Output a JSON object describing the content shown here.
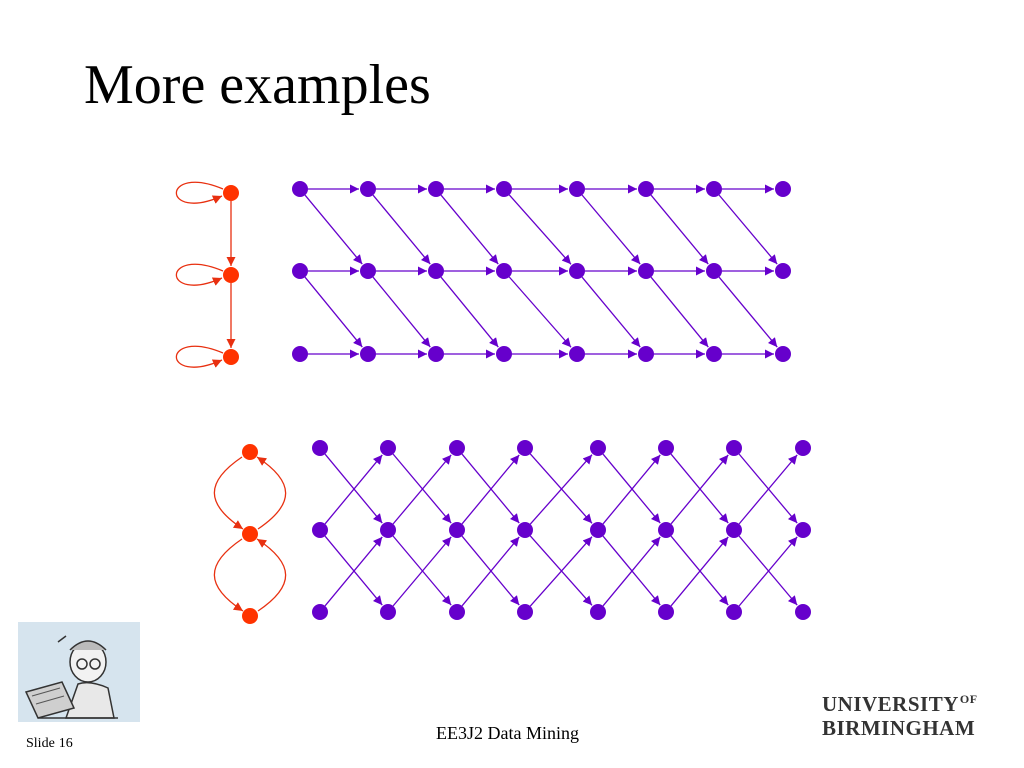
{
  "slide": {
    "title": "More examples",
    "footer_course": "EE3J2 Data Mining",
    "slide_label": "Slide",
    "slide_number": "16"
  },
  "logo": {
    "line1": "UNIVERSITY",
    "of": "OF",
    "line2": "BIRMINGHAM"
  },
  "colors": {
    "red_node": "#ff3300",
    "purple_node": "#6600cc",
    "edge_purple": "#6600cc",
    "edge_red": "#e83010"
  },
  "icons": {
    "mascot": "cartoon-person-at-laptop-icon"
  }
}
